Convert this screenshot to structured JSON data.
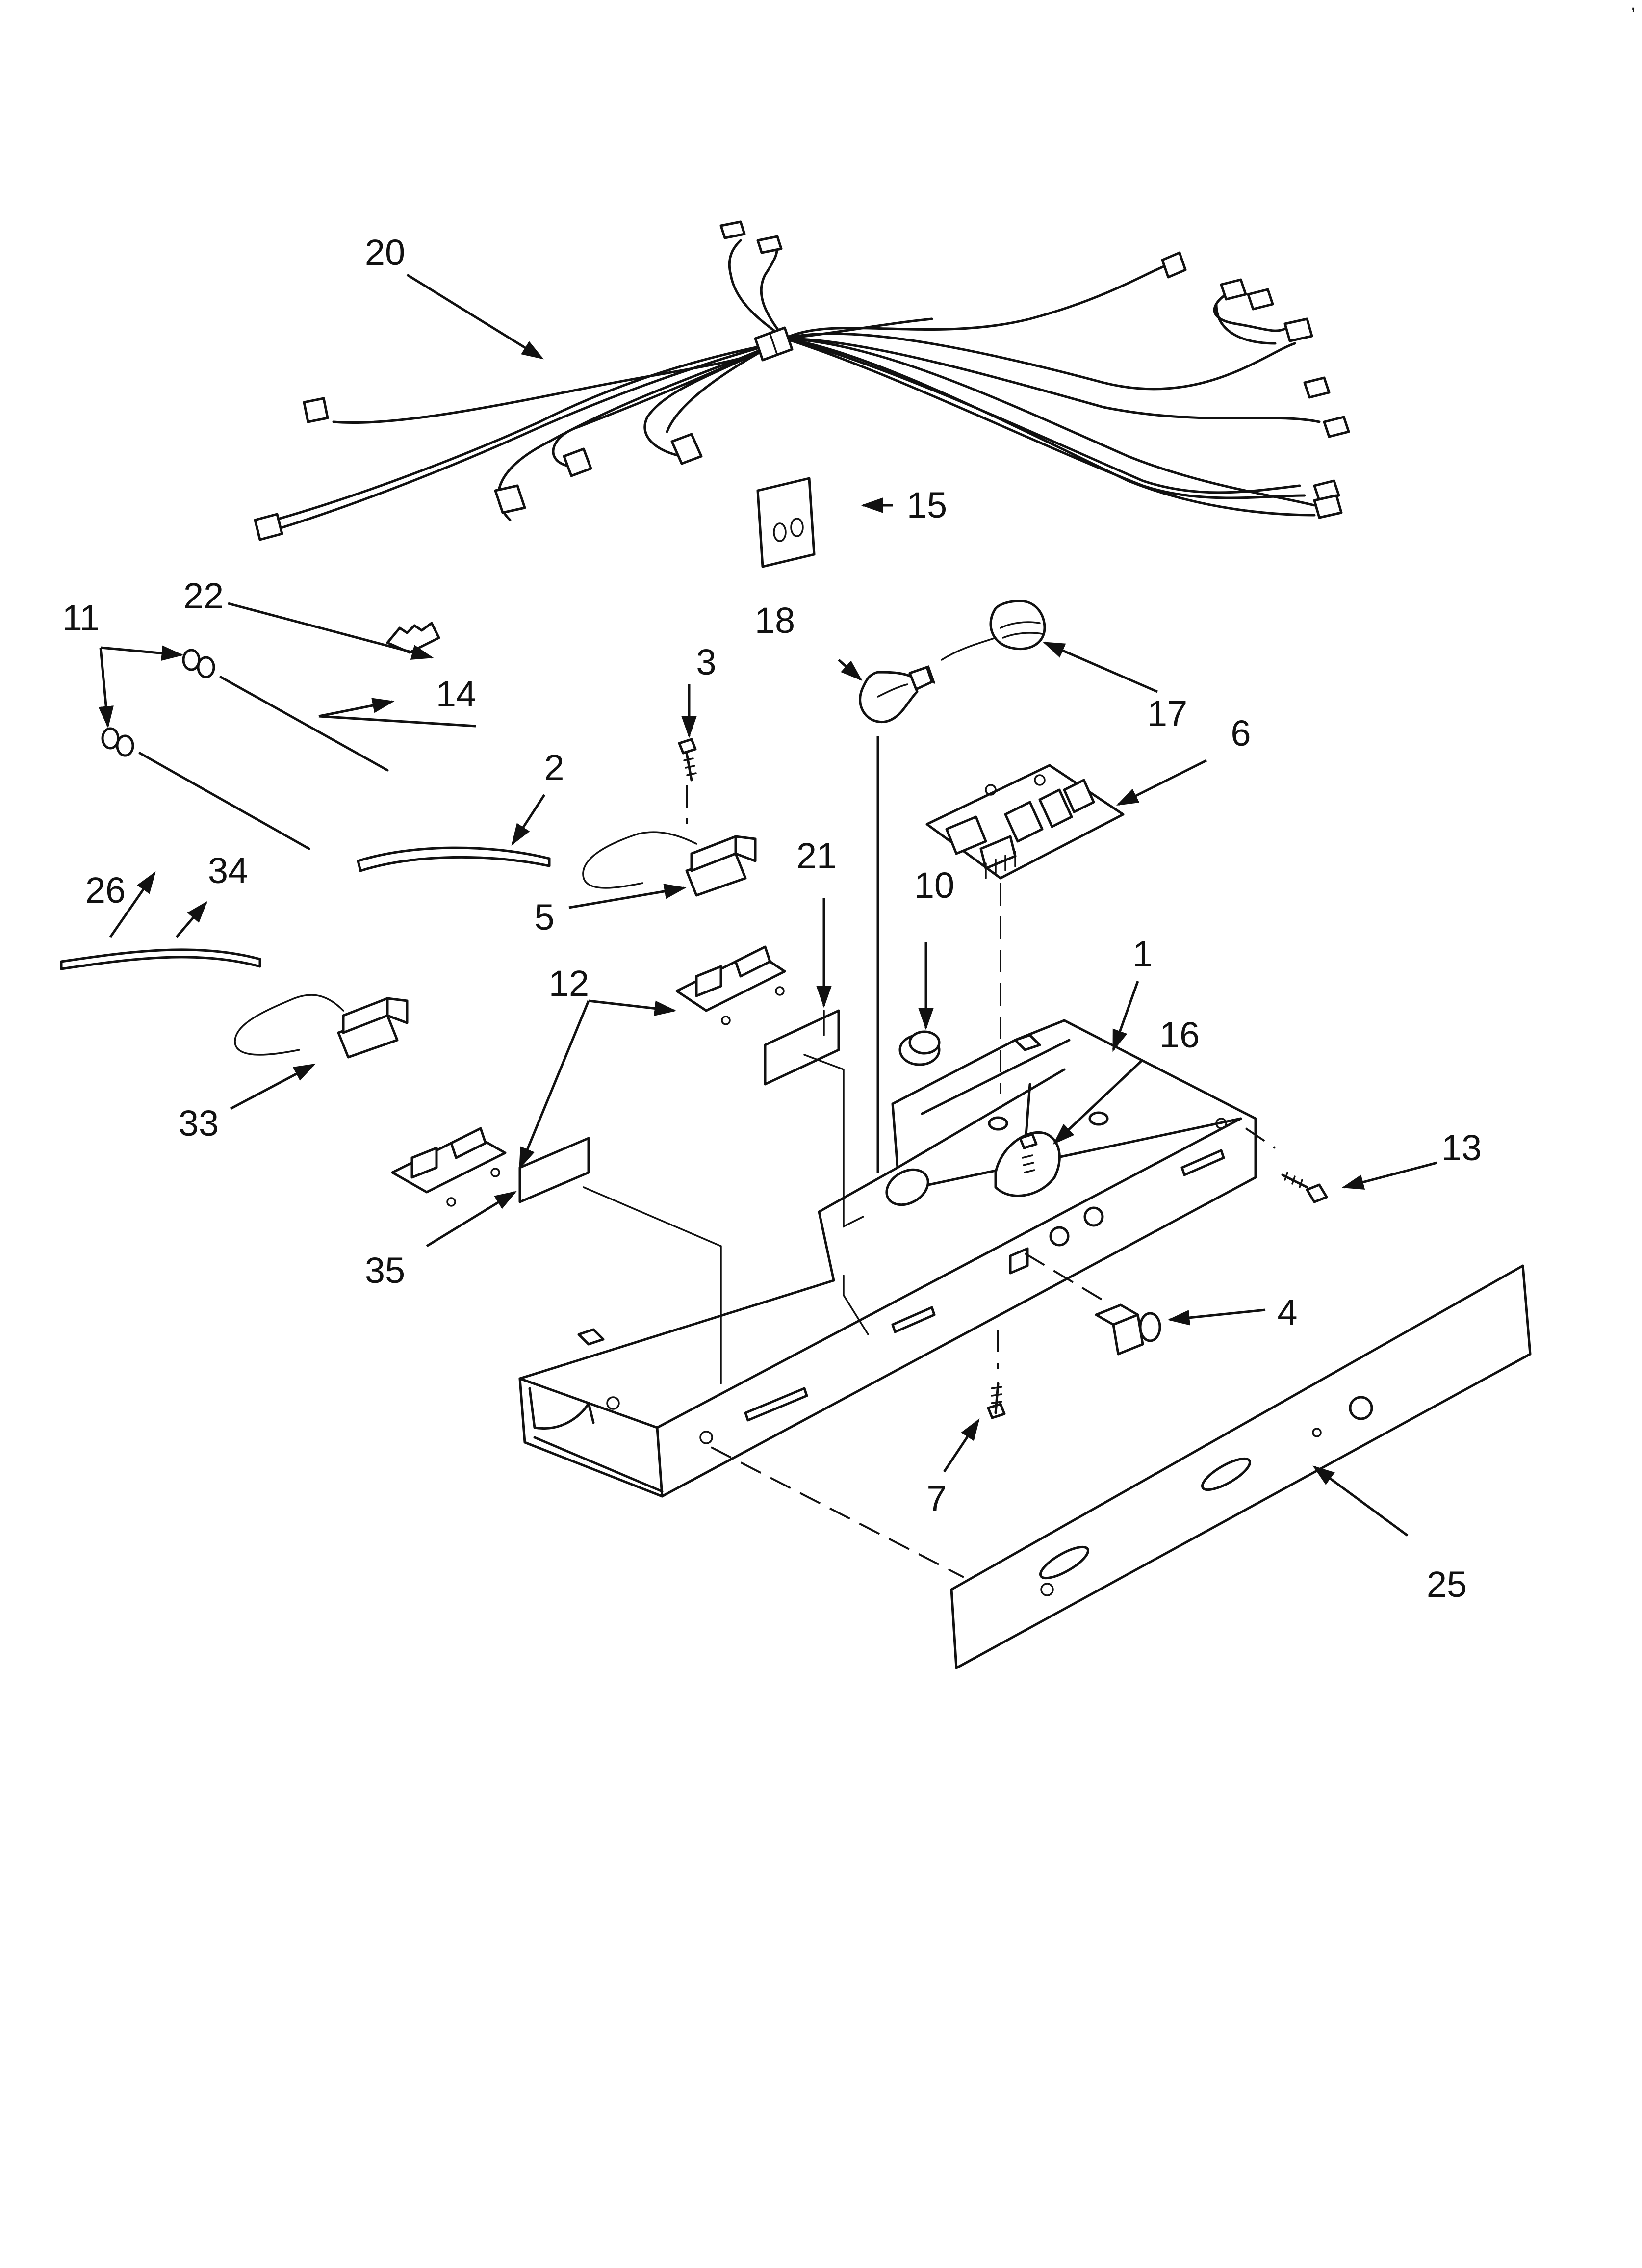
{
  "diagram": {
    "callouts": {
      "c1": "1",
      "c2": "2",
      "c3": "3",
      "c4": "4",
      "c5": "5",
      "c6": "6",
      "c7": "7",
      "c10": "10",
      "c11": "11",
      "c12": "12",
      "c13": "13",
      "c14": "14",
      "c15": "15",
      "c16": "16",
      "c17": "17",
      "c18": "18",
      "c20": "20",
      "c21": "21",
      "c22": "22",
      "c25": "25",
      "c26": "26",
      "c33": "33",
      "c34": "34",
      "c35": "35"
    }
  }
}
